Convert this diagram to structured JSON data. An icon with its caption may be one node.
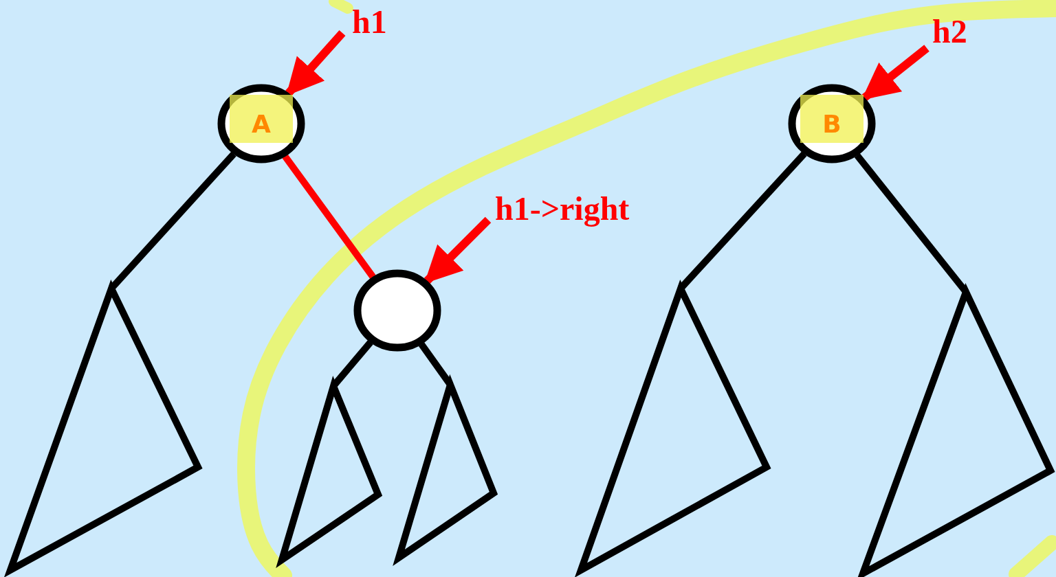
{
  "diagram": {
    "nodes": [
      {
        "text": [
          "h1"
        ]
      },
      {
        "text": [
          "A"
        ]
      },
      {
        "text": [
          "h2"
        ]
      },
      {
        "text": [
          "B"
        ]
      },
      {
        "text": [
          "h1->right"
        ]
      },
      {
        "text": [],
        "shape": "circle"
      },
      {
        "text": [],
        "shape": "triangle"
      },
      {
        "text": [],
        "shape": "triangle"
      },
      {
        "text": [],
        "shape": "triangle"
      },
      {
        "text": [],
        "shape": "triangle"
      },
      {
        "text": [],
        "shape": "triangle"
      }
    ],
    "edges": [
      {
        "from": 0,
        "to": 1,
        "arrow": "to",
        "color": "#ff0000"
      },
      {
        "from": 2,
        "to": 3,
        "arrow": "to",
        "color": "#ff0000"
      },
      {
        "from": 4,
        "to": 5,
        "arrow": "to",
        "color": "#ff0000"
      },
      {
        "from": 1,
        "to": 6,
        "arrow": "none"
      },
      {
        "from": 1,
        "to": 5,
        "arrow": "none",
        "color": "#ff0000"
      },
      {
        "from": 5,
        "to": 7,
        "arrow": "none"
      },
      {
        "from": 5,
        "to": 8,
        "arrow": "none"
      },
      {
        "from": 3,
        "to": 9,
        "arrow": "none"
      },
      {
        "from": 3,
        "to": 10,
        "arrow": "none"
      }
    ]
  }
}
